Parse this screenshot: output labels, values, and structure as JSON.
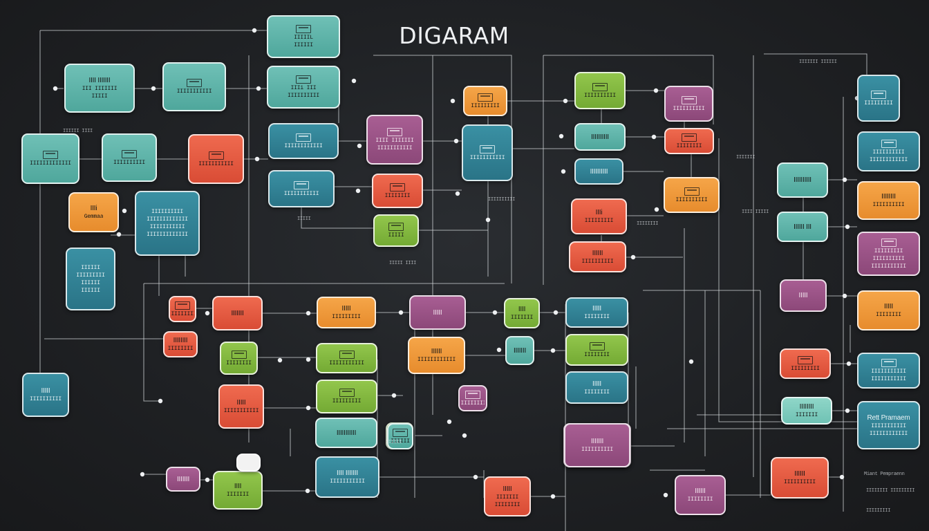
{
  "diagram": {
    "title": "DIGARAM",
    "colors": {
      "background": "#1f2124",
      "connector": "#d8dcdf",
      "teal": "#5fb4a9",
      "blue": "#2f8296",
      "red": "#e65a41",
      "orange": "#ee9a3a",
      "green": "#86bb42",
      "purple": "#9a5386"
    },
    "nodes": [
      {
        "id": "n1",
        "color": "teal",
        "icon": "window-icon",
        "lines": [
          "IIIIIL",
          "IIIIII"
        ]
      },
      {
        "id": "n2",
        "color": "teal",
        "icon": "window-icon",
        "lines": [
          "IIIi III",
          "IIIIIIIIII"
        ]
      },
      {
        "id": "n3",
        "color": "teal",
        "icon": "",
        "lines": [
          "IIII IIIIIII",
          "III IIIIIII",
          "IIIII"
        ]
      },
      {
        "id": "n4",
        "color": "teal",
        "icon": "window-icon",
        "lines": [
          "IIIIIIIIIII"
        ]
      },
      {
        "id": "n5",
        "color": "teal",
        "icon": "window-icon",
        "lines": [
          "IIIIIIIIIIIII"
        ]
      },
      {
        "id": "n6",
        "color": "teal",
        "icon": "window-icon",
        "lines": [
          "IIIIIIIIII"
        ]
      },
      {
        "id": "n7",
        "color": "red",
        "icon": "window-icon",
        "lines": [
          "IIIIIIIIIII"
        ]
      },
      {
        "id": "n8",
        "color": "orange",
        "icon": "",
        "lines": [
          "IIIi",
          "Gemmaa"
        ]
      },
      {
        "id": "n9",
        "color": "blue",
        "icon": "",
        "lines": [
          "IIIIIIIIII",
          "IIIIIIIIIIIII",
          "IIIIIIIIIII",
          "IIIIIIIIIIIII"
        ]
      },
      {
        "id": "n10",
        "color": "blue",
        "icon": "",
        "lines": [
          "IIIIII",
          "IIIIIIIII",
          "IIIIII",
          "IIIIII"
        ]
      },
      {
        "id": "n11",
        "color": "blue",
        "icon": "window-icon",
        "lines": [
          "IIIIIIIIIIII"
        ]
      },
      {
        "id": "n12",
        "color": "blue",
        "icon": "window-icon",
        "lines": [
          "IIIIIIIIIII"
        ]
      },
      {
        "id": "n13",
        "color": "purple",
        "icon": "window-icon",
        "lines": [
          "IIII IIIIIII",
          "IIIIIIIIIII"
        ]
      },
      {
        "id": "n14",
        "color": "red",
        "icon": "window-icon",
        "lines": [
          "IIIIIIII"
        ]
      },
      {
        "id": "n15",
        "color": "green",
        "icon": "window-icon",
        "lines": [
          "IIIII"
        ]
      },
      {
        "id": "n16",
        "color": "orange",
        "icon": "window-icon",
        "lines": [
          "IIIIIIIII"
        ]
      },
      {
        "id": "n17",
        "color": "blue",
        "icon": "window-icon",
        "lines": [
          "IIIIIIIIIII"
        ]
      },
      {
        "id": "n18",
        "color": "green",
        "icon": "window-icon",
        "lines": [
          "IIIIIIIIII"
        ]
      },
      {
        "id": "n19",
        "color": "purple",
        "icon": "window-icon",
        "lines": [
          "IIIIIIIIII"
        ]
      },
      {
        "id": "n20",
        "color": "teal",
        "icon": "",
        "lines": [
          "IIIIIIIIII"
        ]
      },
      {
        "id": "n21",
        "color": "red",
        "icon": "window-icon",
        "lines": [
          "IIIIIIII"
        ]
      },
      {
        "id": "n22",
        "color": "blue",
        "icon": "",
        "lines": [
          "IIIIIIIIII"
        ]
      },
      {
        "id": "n23",
        "color": "red",
        "icon": "",
        "lines": [
          "IIIi",
          "IIIIIIIII"
        ]
      },
      {
        "id": "n24",
        "color": "orange",
        "icon": "window-icon",
        "lines": [
          "IIIIIIIIII"
        ]
      },
      {
        "id": "n25",
        "color": "red",
        "icon": "",
        "lines": [
          "IIIIII",
          "IIIIIIIIII"
        ]
      },
      {
        "id": "n26",
        "color": "blue",
        "icon": "window-icon",
        "lines": [
          "IIIIIIIII"
        ]
      },
      {
        "id": "n27",
        "color": "teal",
        "icon": "",
        "lines": [
          "IIIIIIIIII"
        ]
      },
      {
        "id": "n28",
        "color": "teal",
        "icon": "",
        "lines": [
          "IIIIII III"
        ]
      },
      {
        "id": "n29",
        "color": "orange",
        "icon": "",
        "lines": [
          "IIIIIIII",
          "IIIIIIIIII"
        ]
      },
      {
        "id": "n30",
        "color": "purple",
        "icon": "",
        "lines": [
          "IIIII"
        ]
      },
      {
        "id": "n31",
        "color": "orange",
        "icon": "",
        "lines": [
          "IIIII",
          "IIIIIIII"
        ]
      },
      {
        "id": "n32",
        "color": "blue",
        "icon": "window-icon",
        "lines": [
          "IIIIIIIIII",
          "IIIIIIIIIIII"
        ]
      },
      {
        "id": "n33",
        "color": "blue",
        "icon": "window-icon",
        "lines": [
          "IIIIIIIIIII",
          "IIIIIIIIIII"
        ]
      },
      {
        "id": "n34",
        "color": "purple",
        "icon": "window-icon",
        "lines": [
          "IIIIIIIII",
          "IIIIIIIIII",
          "IIIIIIIIIII"
        ]
      },
      {
        "id": "n35",
        "color": "orange",
        "icon": "",
        "lines": [
          "IIIIII",
          "IIIIIIIIIIII"
        ]
      },
      {
        "id": "n36",
        "color": "purple",
        "icon": "",
        "lines": [
          "IIIII"
        ]
      },
      {
        "id": "n37",
        "color": "blue",
        "icon": "",
        "lines": [
          "IIIII",
          "IIIIIIIIII"
        ]
      },
      {
        "id": "n38",
        "color": "blue",
        "icon": "",
        "lines": [
          "Rett Pramaem",
          "IIIIIIIIIII",
          "IIIIIIIIIIII"
        ]
      },
      {
        "id": "n39",
        "color": "red",
        "icon": "window-icon",
        "lines": [
          "IIIIIIIII"
        ]
      },
      {
        "id": "n40",
        "color": "red",
        "icon": "",
        "lines": [
          "IIIIII",
          "IIIIIIIIII"
        ]
      },
      {
        "id": "n41",
        "color": "pale",
        "icon": "",
        "lines": [
          "IIIIIIII",
          "IIIIIII"
        ]
      },
      {
        "id": "n42",
        "color": "red",
        "icon": "",
        "lines": [
          "IIIII",
          "IIIIIII",
          "IIIIIIII"
        ]
      },
      {
        "id": "n43",
        "color": "blue",
        "icon": "",
        "lines": [
          "IIIII",
          "IIIIIIII"
        ]
      },
      {
        "id": "n44",
        "color": "purple",
        "icon": "",
        "lines": [
          "IIIIII",
          "IIIIIIII"
        ]
      },
      {
        "id": "n45",
        "color": "red",
        "icon": "window-icon",
        "lines": [
          "IIIIIIIII"
        ]
      },
      {
        "id": "n46",
        "color": "red",
        "icon": "",
        "lines": [
          "IIIIIIII",
          "IIIIIIII"
        ]
      },
      {
        "id": "n47",
        "color": "green",
        "icon": "window-icon",
        "lines": [
          "IIIIIIII"
        ]
      },
      {
        "id": "n48",
        "color": "green",
        "icon": "window-icon",
        "lines": [
          "IIIIIIIIIII"
        ]
      },
      {
        "id": "n49",
        "color": "green",
        "icon": "window-icon",
        "lines": [
          "IIIIIIIII"
        ]
      },
      {
        "id": "n50",
        "color": "teal",
        "icon": "",
        "lines": [
          "IIIIIIIIIII"
        ]
      },
      {
        "id": "n51",
        "color": "green",
        "icon": "window-icon",
        "lines": [
          "IIIII"
        ]
      },
      {
        "id": "n52",
        "color": "green",
        "icon": "",
        "lines": [
          "IIII",
          "IIIIIII"
        ]
      },
      {
        "id": "n53",
        "color": "blue",
        "icon": "",
        "lines": [
          "IIII IIIIIII",
          "IIIIIIIIIII"
        ]
      },
      {
        "id": "n54",
        "color": "teal",
        "icon": "window-icon",
        "lines": [
          "IIIIII"
        ]
      },
      {
        "id": "n55",
        "color": "purple",
        "icon": "",
        "lines": [
          "IIIIIII"
        ]
      },
      {
        "id": "n56",
        "color": "white",
        "icon": "",
        "lines": [
          ""
        ]
      },
      {
        "id": "n57",
        "color": "green",
        "icon": "window-icon",
        "lines": [
          "IIIIIIII"
        ]
      },
      {
        "id": "n58",
        "color": "red",
        "icon": "",
        "lines": [
          "IIIIIII"
        ]
      },
      {
        "id": "n59",
        "color": "purple",
        "icon": "",
        "lines": [
          "IIIIIII",
          "IIIIIIIIII"
        ]
      },
      {
        "id": "n60",
        "color": "red",
        "icon": "",
        "lines": [
          "IIIII",
          "IIIIIIIIIII"
        ]
      },
      {
        "id": "n61",
        "color": "purple",
        "icon": "",
        "lines": [
          "IIIIIII",
          "IIIIIIIIII"
        ]
      },
      {
        "id": "n62",
        "color": "blue",
        "icon": "",
        "lines": [
          "IIIII",
          "IIIIIIII"
        ]
      },
      {
        "id": "n63",
        "color": "orange",
        "icon": "",
        "lines": [
          "IIIII",
          "IIIIIIIII"
        ]
      },
      {
        "id": "n64",
        "color": "teal",
        "icon": "",
        "lines": [
          "IIIIIII"
        ]
      },
      {
        "id": "n65",
        "color": "purple",
        "icon": "window-icon",
        "lines": [
          "IIIIIIII"
        ]
      },
      {
        "id": "n66",
        "color": "green",
        "icon": "",
        "lines": [
          "IIII",
          "IIIIIII"
        ]
      }
    ],
    "annotations": [
      {
        "id": "a1",
        "text": "IIIIIII IIIIII"
      },
      {
        "id": "a2",
        "text": "IIIIII IIII"
      },
      {
        "id": "a3",
        "text": "IIIII"
      },
      {
        "id": "a4",
        "text": "IIIIIII"
      },
      {
        "id": "a5",
        "text": "IIII IIIII"
      },
      {
        "id": "a6",
        "text": "IIIIIIII"
      },
      {
        "id": "a7",
        "text": "IIIIIIIIII"
      },
      {
        "id": "a8",
        "text": "IIIII IIII"
      },
      {
        "id": "a9",
        "text": "Miant Pempraenn"
      },
      {
        "id": "a10",
        "text": "IIIIIIII IIIIIIIII"
      },
      {
        "id": "a11",
        "text": "IIIIIIIII"
      },
      {
        "id": "a12",
        "text": "IIIIII"
      }
    ]
  }
}
